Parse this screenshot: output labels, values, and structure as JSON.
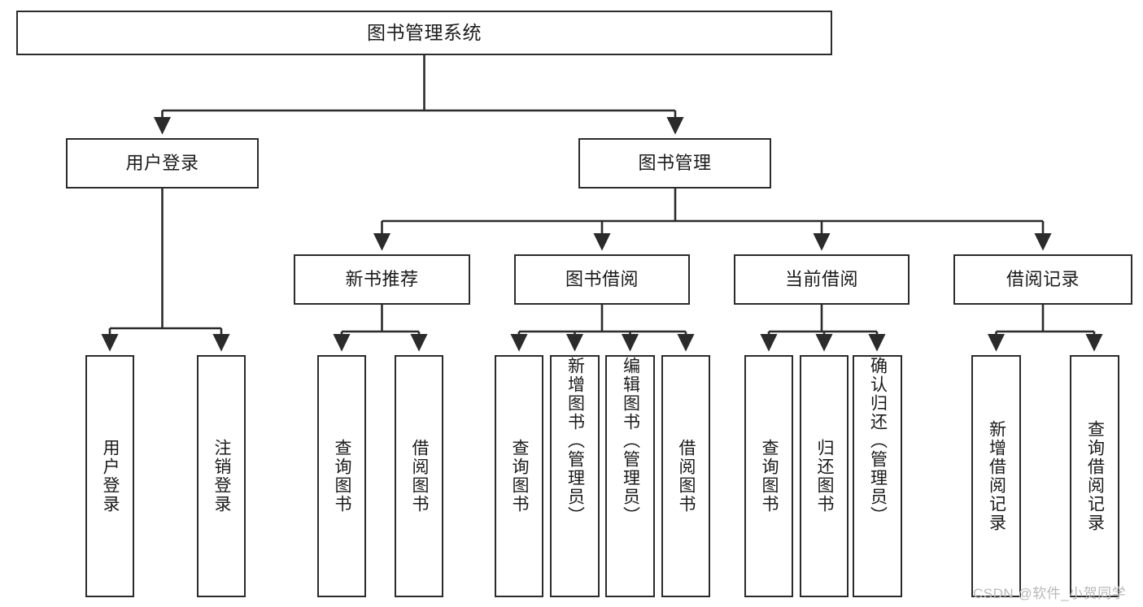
{
  "diagram": {
    "title": "图书管理系统",
    "type": "hierarchical-function-structure-tree",
    "background": "#ffffff",
    "line_color": "#2b2b2b",
    "text_color": "#1a1a1a"
  },
  "root": {
    "label": "图书管理系统"
  },
  "level1": [
    {
      "label": "用户登录"
    },
    {
      "label": "图书管理"
    }
  ],
  "level2": [
    {
      "label": "新书推荐"
    },
    {
      "label": "图书借阅"
    },
    {
      "label": "当前借阅"
    },
    {
      "label": "借阅记录"
    }
  ],
  "leaves": {
    "user_login": [
      {
        "label": "用户登录"
      },
      {
        "label": "注销登录"
      }
    ],
    "new_book_recommend": [
      {
        "label": "查询图书"
      },
      {
        "label": "借阅图书"
      }
    ],
    "book_borrow": [
      {
        "label": "查询图书"
      },
      {
        "label": "新增图书（管理员）"
      },
      {
        "label": "编辑图书（管理员）"
      },
      {
        "label": "借阅图书"
      }
    ],
    "current_borrow": [
      {
        "label": "查询图书"
      },
      {
        "label": "归还图书"
      },
      {
        "label": "确认归还（管理员）"
      }
    ],
    "borrow_record": [
      {
        "label": "新增借阅记录"
      },
      {
        "label": "查询借阅记录"
      }
    ]
  },
  "watermark": {
    "text": "CSDN @软件_小贺同学",
    "color": "#b9b9b9"
  }
}
